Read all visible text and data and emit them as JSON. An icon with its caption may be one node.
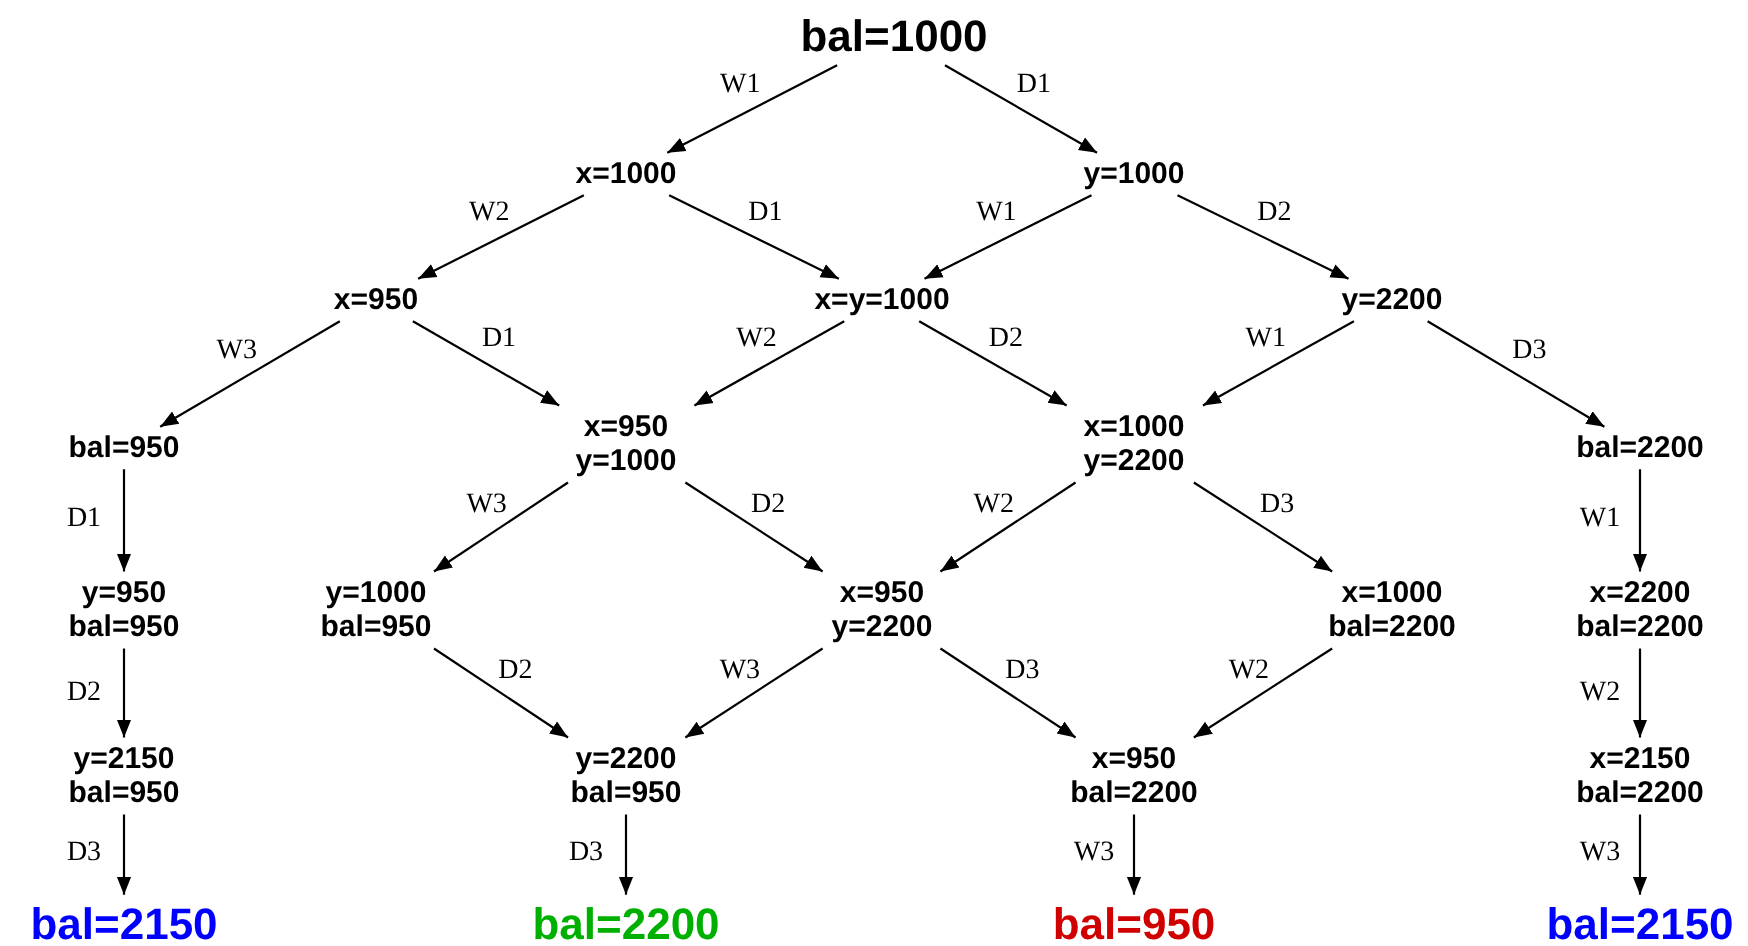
{
  "diagram": {
    "nodes": [
      {
        "text": [
          "bal=1000"
        ]
      },
      {
        "text": [
          "x=1000"
        ]
      },
      {
        "text": [
          "y=1000"
        ]
      },
      {
        "text": [
          "x=950"
        ]
      },
      {
        "text": [
          "x=y=1000"
        ]
      },
      {
        "text": [
          "y=2200"
        ]
      },
      {
        "text": [
          "bal=950"
        ]
      },
      {
        "text": [
          "x=950 y=1000"
        ]
      },
      {
        "text": [
          "x=1000 y=2200"
        ]
      },
      {
        "text": [
          "bal=2200"
        ]
      },
      {
        "text": [
          "y=950 bal=950"
        ]
      },
      {
        "text": [
          "y=1000 bal=950"
        ]
      },
      {
        "text": [
          "x=950 y=2200"
        ]
      },
      {
        "text": [
          "x=1000 bal=2200"
        ]
      },
      {
        "text": [
          "x=2200 bal=2200"
        ]
      },
      {
        "text": [
          "y=2150 bal=950"
        ]
      },
      {
        "text": [
          "y=2200 bal=950"
        ]
      },
      {
        "text": [
          "x=950 bal=2200"
        ]
      },
      {
        "text": [
          "x=2150 bal=2200"
        ]
      },
      {
        "text": [
          "bal=2150"
        ]
      },
      {
        "text": [
          "bal=2200"
        ]
      },
      {
        "text": [
          "bal=950"
        ]
      },
      {
        "text": [
          "bal=2150"
        ]
      }
    ],
    "edges": [
      {
        "from": 0,
        "to": 1,
        "arrow": "to",
        "label": "W1"
      },
      {
        "from": 0,
        "to": 2,
        "arrow": "to",
        "label": "D1"
      },
      {
        "from": 1,
        "to": 3,
        "arrow": "to",
        "label": "W2"
      },
      {
        "from": 1,
        "to": 4,
        "arrow": "to",
        "label": "D1"
      },
      {
        "from": 2,
        "to": 4,
        "arrow": "to",
        "label": "W1"
      },
      {
        "from": 2,
        "to": 5,
        "arrow": "to",
        "label": "D2"
      },
      {
        "from": 3,
        "to": 6,
        "arrow": "to",
        "label": "W3"
      },
      {
        "from": 3,
        "to": 7,
        "arrow": "to",
        "label": "D1"
      },
      {
        "from": 4,
        "to": 7,
        "arrow": "to",
        "label": "W2"
      },
      {
        "from": 4,
        "to": 8,
        "arrow": "to",
        "label": "D2"
      },
      {
        "from": 5,
        "to": 8,
        "arrow": "to",
        "label": "W1"
      },
      {
        "from": 5,
        "to": 9,
        "arrow": "to",
        "label": "D3"
      },
      {
        "from": 6,
        "to": 10,
        "arrow": "to",
        "label": "D1"
      },
      {
        "from": 7,
        "to": 11,
        "arrow": "to",
        "label": "W3"
      },
      {
        "from": 7,
        "to": 12,
        "arrow": "to",
        "label": "D2"
      },
      {
        "from": 8,
        "to": 12,
        "arrow": "to",
        "label": "W2"
      },
      {
        "from": 8,
        "to": 13,
        "arrow": "to",
        "label": "D3"
      },
      {
        "from": 9,
        "to": 14,
        "arrow": "to",
        "label": "W1"
      },
      {
        "from": 10,
        "to": 15,
        "arrow": "to",
        "label": "D2"
      },
      {
        "from": 11,
        "to": 16,
        "arrow": "to",
        "label": "D2"
      },
      {
        "from": 12,
        "to": 16,
        "arrow": "to",
        "label": "W3"
      },
      {
        "from": 12,
        "to": 17,
        "arrow": "to",
        "label": "D3"
      },
      {
        "from": 13,
        "to": 17,
        "arrow": "to",
        "label": "W2"
      },
      {
        "from": 14,
        "to": 18,
        "arrow": "to",
        "label": "W2"
      },
      {
        "from": 15,
        "to": 19,
        "arrow": "to",
        "label": "D3"
      },
      {
        "from": 16,
        "to": 20,
        "arrow": "to",
        "label": "D3"
      },
      {
        "from": 17,
        "to": 21,
        "arrow": "to",
        "label": "W3"
      },
      {
        "from": 18,
        "to": 22,
        "arrow": "to",
        "label": "W3"
      }
    ]
  }
}
